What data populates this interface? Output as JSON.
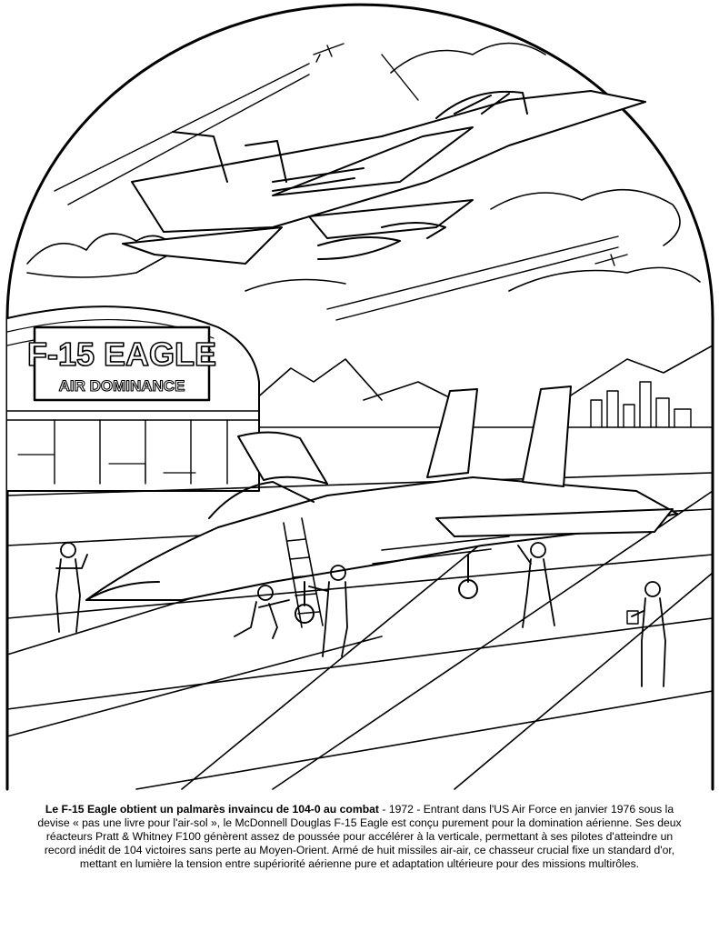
{
  "hangar_sign": {
    "line1": "F-15 EAGLE",
    "line2": "AIR DOMINANCE"
  },
  "caption": {
    "title": "Le F-15 Eagle obtient un palmarès invaincu de 104-0 au combat",
    "body": " - 1972 - Entrant dans l'US Air Force en janvier 1976 sous la devise « pas une livre pour l'air-sol », le McDonnell Douglas F-15 Eagle est conçu purement pour la domination aérienne. Ses deux réacteurs Pratt & Whitney F100 génèrent assez de poussée pour accélérer à la verticale, permettant à ses pilotes d'atteindre un record inédit de 104 victoires sans perte au Moyen-Orient. Armé de huit missiles air-air, ce chasseur crucial fixe un standard d'or, mettant en lumière la tension entre supériorité aérienne pure et adaptation ultérieure pour des missions multirôles."
  },
  "colors": {
    "ink": "#000000",
    "paper": "#ffffff"
  }
}
